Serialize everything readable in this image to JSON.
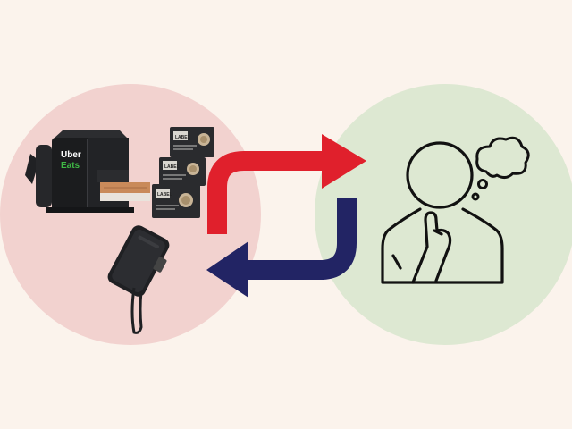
{
  "colors": {
    "background": "#fbf3ec",
    "left_circle": "#f2d2cf",
    "right_circle": "#dde8d2",
    "arrow_forward": "#e0202c",
    "arrow_back": "#222464",
    "icon_stroke": "#111111",
    "bag_body": "#1b1c1e",
    "bag_logo": "#3fb845"
  },
  "bag": {
    "logo_line1": "Uber",
    "logo_line2": "Eats"
  },
  "packs": {
    "items": [
      {
        "label": "LABEL"
      },
      {
        "label": "LABEL"
      },
      {
        "label": "LABEL"
      }
    ]
  },
  "icons": {
    "left_group": [
      "delivery-backpack",
      "heat-pack-packets",
      "power-bank"
    ],
    "right_group": [
      "thinking-person-icon",
      "thought-bubble-icon"
    ],
    "arrows": [
      "forward-arrow",
      "return-arrow"
    ]
  }
}
